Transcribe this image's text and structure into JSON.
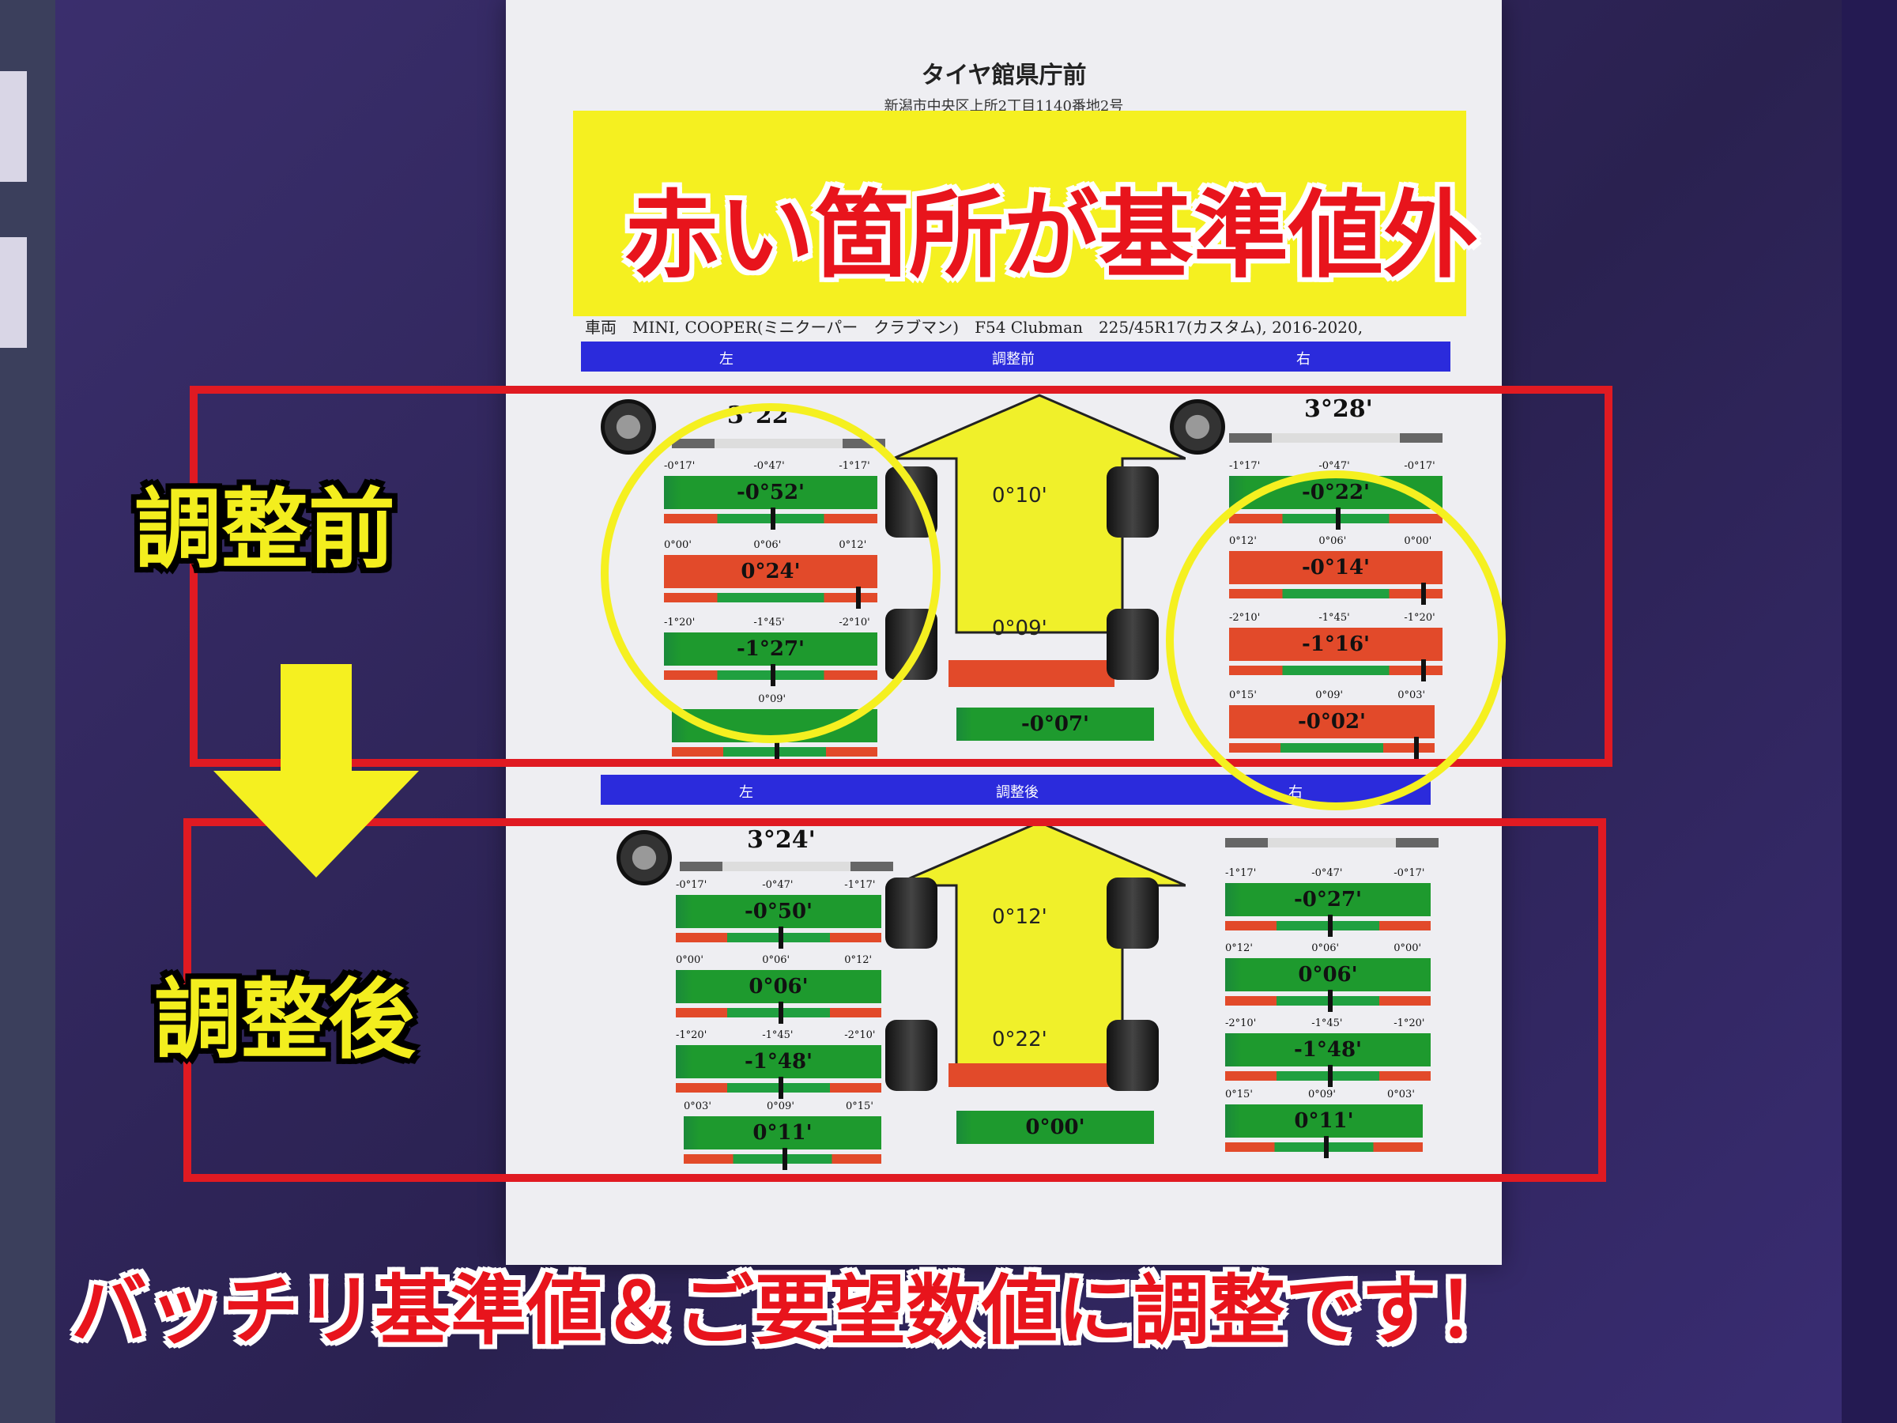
{
  "shop": {
    "name": "タイヤ館県庁前",
    "address": "新潟市中央区上所2丁目1140番地2号"
  },
  "headline": "赤い箇所が基準値外",
  "vehicle_line": "車両　MINI, COOPER(ミニクーパー　クラブマン)　F54  Clubman　225/45R17(カスタム), 2016-2020,",
  "before": {
    "label": "調整前",
    "bar": {
      "left": "左",
      "center": "調整前",
      "right": "右"
    },
    "left_caster": "3°22'",
    "right_caster": "3°28'",
    "left": [
      {
        "name": "camber",
        "min": "-0°17'",
        "mid": "-0°47'",
        "max": "-1°17'",
        "value": "-0°52'",
        "status": "green"
      },
      {
        "name": "toe",
        "min": "0°00'",
        "mid": "0°06'",
        "max": "0°12'",
        "value": "0°24'",
        "status": "red"
      },
      {
        "name": "sai",
        "min": "-1°20'",
        "mid": "-1°45'",
        "max": "-2°10'",
        "value": "-1°27'",
        "status": "green"
      },
      {
        "name": "rear",
        "min": "",
        "mid": "0°09'",
        "max": "",
        "value": "",
        "status": "green"
      }
    ],
    "right": [
      {
        "name": "camber",
        "min": "-1°17'",
        "mid": "-0°47'",
        "max": "-0°17'",
        "value": "-0°22'",
        "status": "green"
      },
      {
        "name": "toe",
        "min": "0°12'",
        "mid": "0°06'",
        "max": "0°00'",
        "value": "-0°14'",
        "status": "red"
      },
      {
        "name": "sai",
        "min": "-2°10'",
        "mid": "-1°45'",
        "max": "-1°20'",
        "value": "-1°16'",
        "status": "red"
      },
      {
        "name": "rear",
        "min": "0°15'",
        "mid": "0°09'",
        "max": "0°03'",
        "value": "-0°02'",
        "status": "red"
      }
    ],
    "front_total_toe": "0°10'",
    "rear_total_toe": "0°09'",
    "thrust": "-0°07'"
  },
  "after": {
    "label": "調整後",
    "bar": {
      "left": "左",
      "center": "調整後",
      "right": "右"
    },
    "left_caster": "3°24'",
    "left": [
      {
        "name": "camber",
        "min": "-0°17'",
        "mid": "-0°47'",
        "max": "-1°17'",
        "value": "-0°50'",
        "status": "green"
      },
      {
        "name": "toe",
        "min": "0°00'",
        "mid": "0°06'",
        "max": "0°12'",
        "value": "0°06'",
        "status": "green"
      },
      {
        "name": "sai",
        "min": "-1°20'",
        "mid": "-1°45'",
        "max": "-2°10'",
        "value": "-1°48'",
        "status": "green"
      },
      {
        "name": "rear",
        "min": "0°03'",
        "mid": "0°09'",
        "max": "0°15'",
        "value": "0°11'",
        "status": "green"
      }
    ],
    "right": [
      {
        "name": "camber",
        "min": "-1°17'",
        "mid": "-0°47'",
        "max": "-0°17'",
        "value": "-0°27'",
        "status": "green"
      },
      {
        "name": "toe",
        "min": "0°12'",
        "mid": "0°06'",
        "max": "0°00'",
        "value": "0°06'",
        "status": "green"
      },
      {
        "name": "sai",
        "min": "-2°10'",
        "mid": "-1°45'",
        "max": "-1°20'",
        "value": "-1°48'",
        "status": "green"
      },
      {
        "name": "rear",
        "min": "0°15'",
        "mid": "0°09'",
        "max": "0°03'",
        "value": "0°11'",
        "status": "green"
      }
    ],
    "front_total_toe": "0°12'",
    "rear_total_toe": "0°22'",
    "thrust": "0°00'"
  },
  "footer": "バッチリ基準値＆ご要望数値に調整です！",
  "colors": {
    "highlight_red": "#e01a22",
    "highlight_yellow": "#f5f020",
    "meter_green": "#1e9a2e",
    "meter_red": "#e24a2a",
    "bar_blue": "#2b2bdc"
  }
}
